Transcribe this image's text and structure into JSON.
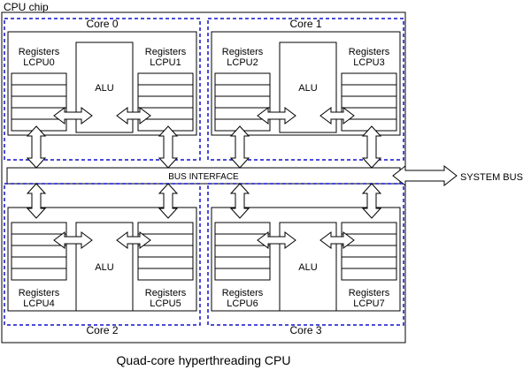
{
  "chip_label": "CPU chip",
  "caption": "Quad-core hyperthreading CPU",
  "bus_interface": "BUS INTERFACE",
  "system_bus": "SYSTEM BUS",
  "colors": {
    "core_border": "#1010cc",
    "core_label": "#1a1acc",
    "line": "#000000"
  },
  "cores": [
    {
      "label": "Core 0",
      "alu": "ALU",
      "left_regs": {
        "title": "Registers",
        "name": "LCPU0"
      },
      "right_regs": {
        "title": "Registers",
        "name": "LCPU1"
      }
    },
    {
      "label": "Core 1",
      "alu": "ALU",
      "left_regs": {
        "title": "Registers",
        "name": "LCPU2"
      },
      "right_regs": {
        "title": "Registers",
        "name": "LCPU3"
      }
    },
    {
      "label": "Core 2",
      "alu": "ALU",
      "left_regs": {
        "title": "Registers",
        "name": "LCPU4"
      },
      "right_regs": {
        "title": "Registers",
        "name": "LCPU5"
      }
    },
    {
      "label": "Core 3",
      "alu": "ALU",
      "left_regs": {
        "title": "Registers",
        "name": "LCPU6"
      },
      "right_regs": {
        "title": "Registers",
        "name": "LCPU7"
      }
    }
  ]
}
